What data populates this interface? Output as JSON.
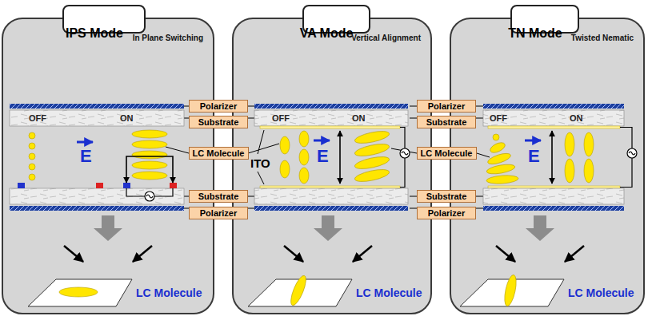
{
  "diagram": {
    "nodes": [
      {
        "text": [
          "In Plane Switching"
        ]
      },
      {
        "text": [
          "IPS Mode"
        ],
        "in": 0
      },
      {
        "text": [
          "Vertical Alignment"
        ]
      },
      {
        "text": [
          "VA Mode"
        ],
        "in": 2
      },
      {
        "text": [
          "Twisted Nematic"
        ]
      },
      {
        "text": [
          "TN Mode"
        ],
        "in": 4
      },
      {
        "text": [
          "Polarizer"
        ]
      },
      {
        "text": [
          "Substrate"
        ]
      },
      {
        "text": [
          "LC Molecule"
        ]
      },
      {
        "text": [
          "Substrate"
        ]
      },
      {
        "text": [
          "Polarizer"
        ]
      },
      {
        "text": [
          "Polarizer"
        ]
      },
      {
        "text": [
          "Substrate"
        ]
      },
      {
        "text": [
          "LC Molecule"
        ]
      },
      {
        "text": [
          "Substrate"
        ]
      },
      {
        "text": [
          "Polarizer"
        ]
      }
    ],
    "labels": [
      "OFF",
      "ON",
      "E",
      "LC Molecule",
      "ITO",
      "OFF",
      "ON",
      "E",
      "LC Molecule",
      "OFF",
      "ON",
      "E",
      "LC Molecule"
    ]
  }
}
